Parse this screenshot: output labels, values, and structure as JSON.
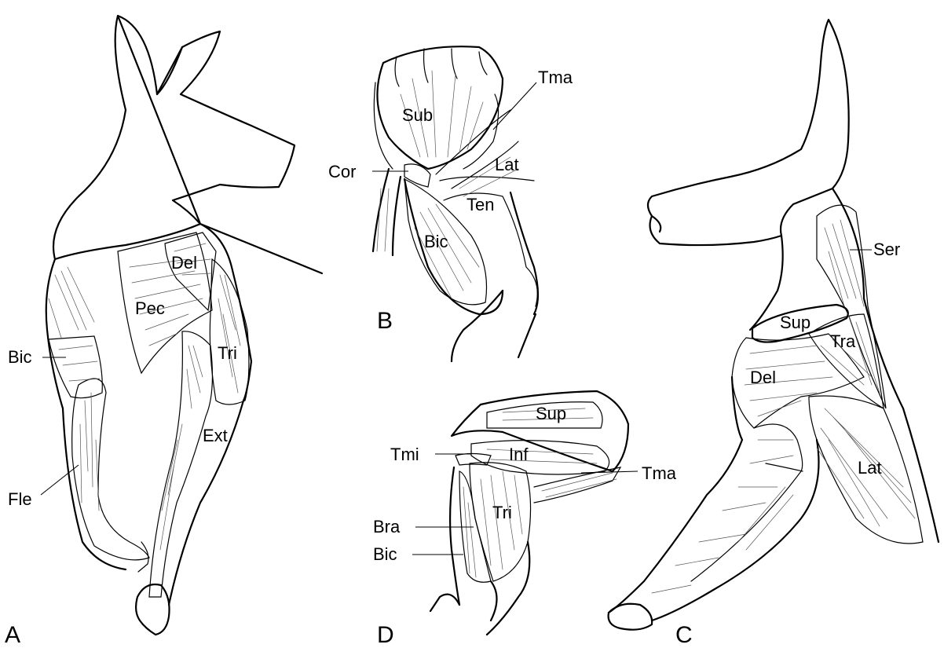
{
  "panels": {
    "a": {
      "letter": "A",
      "labels": {
        "del": "Del",
        "pec": "Pec",
        "bic": "Bic",
        "tri": "Tri",
        "ext": "Ext",
        "fle": "Fle"
      }
    },
    "b": {
      "letter": "B",
      "labels": {
        "sub": "Sub",
        "tma": "Tma",
        "cor": "Cor",
        "lat": "Lat",
        "ten": "Ten",
        "bic": "Bic"
      }
    },
    "c": {
      "letter": "C",
      "labels": {
        "ser": "Ser",
        "sup": "Sup",
        "tra": "Tra",
        "del": "Del",
        "lat": "Lat"
      }
    },
    "d": {
      "letter": "D",
      "labels": {
        "sup": "Sup",
        "tmi": "Tmi",
        "inf": "Inf",
        "tma": "Tma",
        "bra": "Bra",
        "tri": "Tri",
        "bic": "Bic"
      }
    }
  }
}
